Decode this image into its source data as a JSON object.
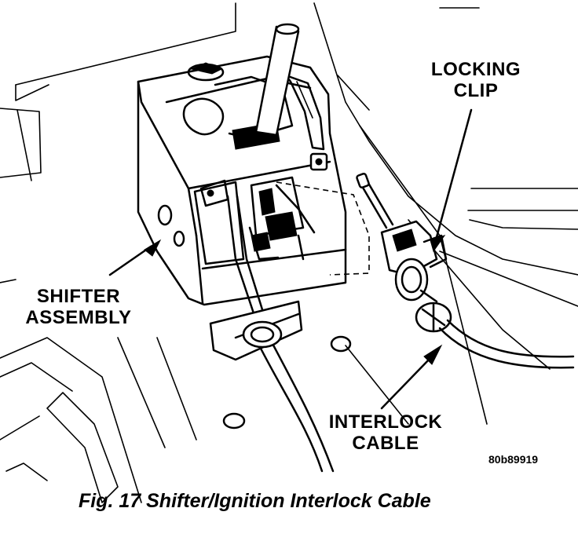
{
  "labels": {
    "locking_clip": "LOCKING\nCLIP",
    "shifter_assembly": "SHIFTER\nASSEMBLY",
    "interlock_cable": "INTERLOCK\nCABLE"
  },
  "figure_id": "80b89919",
  "caption": "Fig. 17 Shifter/Ignition Interlock Cable",
  "colors": {
    "ink": "#000000",
    "paper": "#ffffff"
  }
}
